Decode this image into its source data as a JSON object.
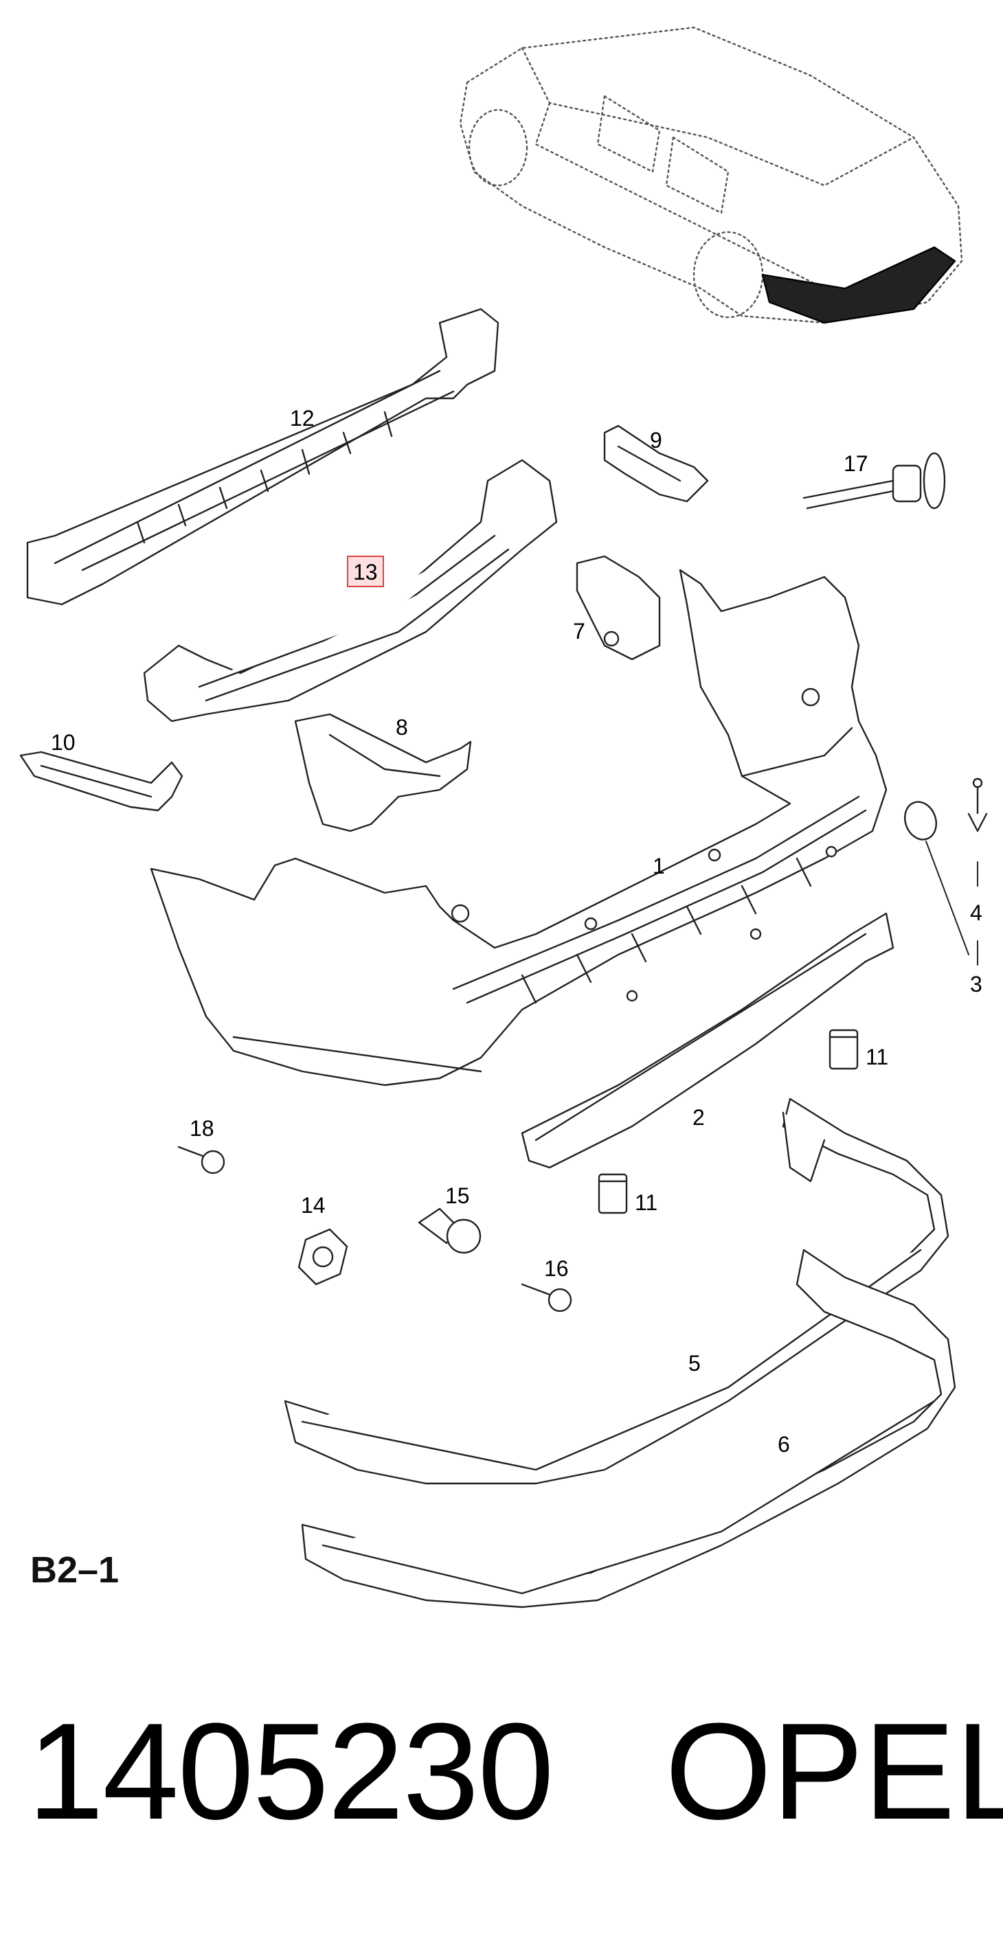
{
  "diagram": {
    "callouts": {
      "c1": "1",
      "c2": "2",
      "c3": "3",
      "c4": "4",
      "c5": "5",
      "c6": "6",
      "c7": "7",
      "c8": "8",
      "c9": "9",
      "c10": "10",
      "c11a": "11",
      "c11b": "11",
      "c12": "12",
      "c13": "13",
      "c14": "14",
      "c15": "15",
      "c16": "16",
      "c17": "17",
      "c18": "18"
    },
    "highlighted_callout": "13",
    "highlight_color": "#e04040"
  },
  "footer": {
    "sheet_ref": "B2–1",
    "part_number": "1405230",
    "brand": "OPEL"
  }
}
